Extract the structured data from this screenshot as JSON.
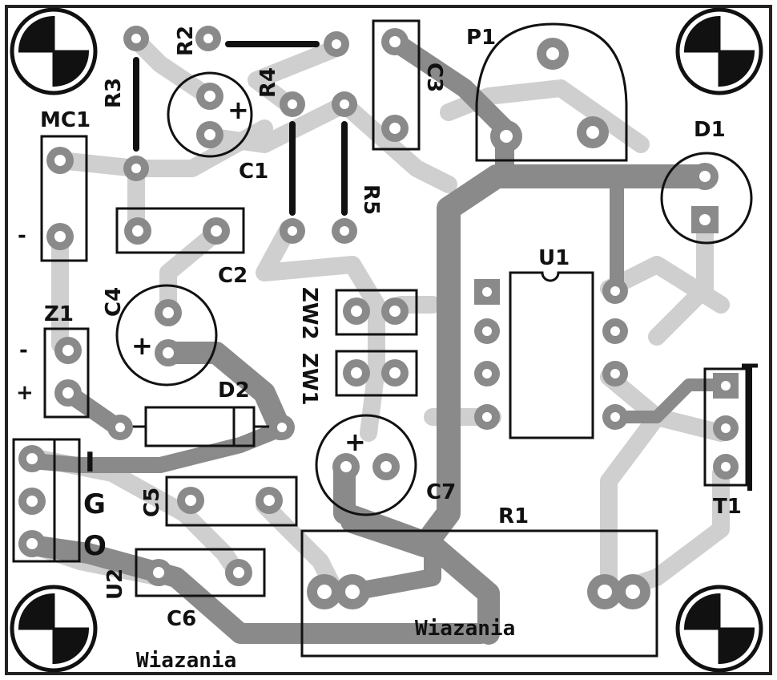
{
  "board": {
    "labels": {
      "mc1": "MC1",
      "mc1_minus": "-",
      "r2": "R2",
      "r3": "R3",
      "r4": "R4",
      "r5": "R5",
      "c1": "C1",
      "c1_plus": "+",
      "c2": "C2",
      "c3": "C3",
      "c4": "C4",
      "c4_plus": "+",
      "c5": "C5",
      "c6": "C6",
      "c7": "C7",
      "c7_plus": "+",
      "p1": "P1",
      "d1": "D1",
      "d2": "D2",
      "z1": "Z1",
      "z1_minus": "-",
      "z1_plus": "+",
      "zw1": "ZW1",
      "zw2": "ZW2",
      "u1": "U1",
      "u2": "U2",
      "t1": "T1",
      "r1": "R1",
      "pin_i": "I",
      "pin_g": "G",
      "pin_o": "O",
      "wiazania_1": "Wiazania",
      "wiazania_2": "Wiazania"
    },
    "colors": {
      "trace": "#8a8a8a",
      "trace_light": "#c9c9c9",
      "silk": "#111111",
      "pad_hole": "#ffffff"
    }
  }
}
